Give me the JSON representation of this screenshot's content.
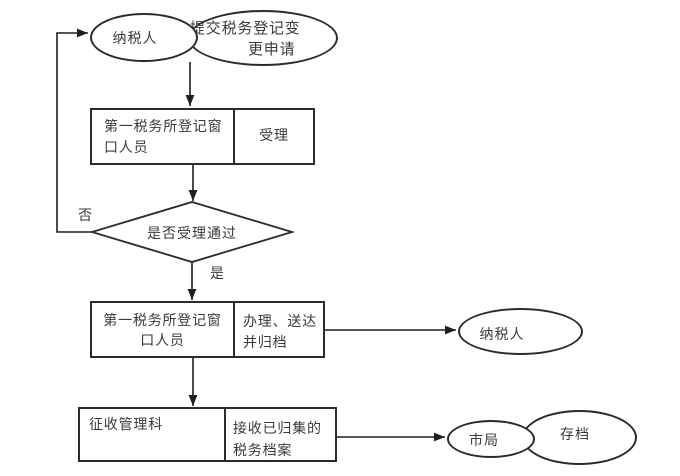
{
  "flowchart": {
    "start_taxpayer": {
      "label": "纳税人"
    },
    "submit_request": {
      "line1": "提交税务登记变",
      "line2": "更申请"
    },
    "accept_step": {
      "actor_line1": "第一税务所登记窗",
      "actor_line2": "口人员",
      "action": "受理"
    },
    "decision": {
      "question": "是否受理通过",
      "no_label": "否",
      "yes_label": "是"
    },
    "process_step": {
      "actor_line1": "第一税务所登记窗",
      "actor_line2": "口人员",
      "action_line1": "办理、送达",
      "action_line2": "并归档"
    },
    "result_taxpayer": {
      "label": "纳税人"
    },
    "archive_step": {
      "actor": "征收管理科",
      "action_line1": "接收已归集的",
      "action_line2": "税务档案"
    },
    "city_bureau": {
      "label": "市局"
    },
    "archive": {
      "label": "存档"
    }
  },
  "colors": {
    "line": "#1f1f1f",
    "text": "#3a3a3a",
    "background": "#ffffff"
  }
}
